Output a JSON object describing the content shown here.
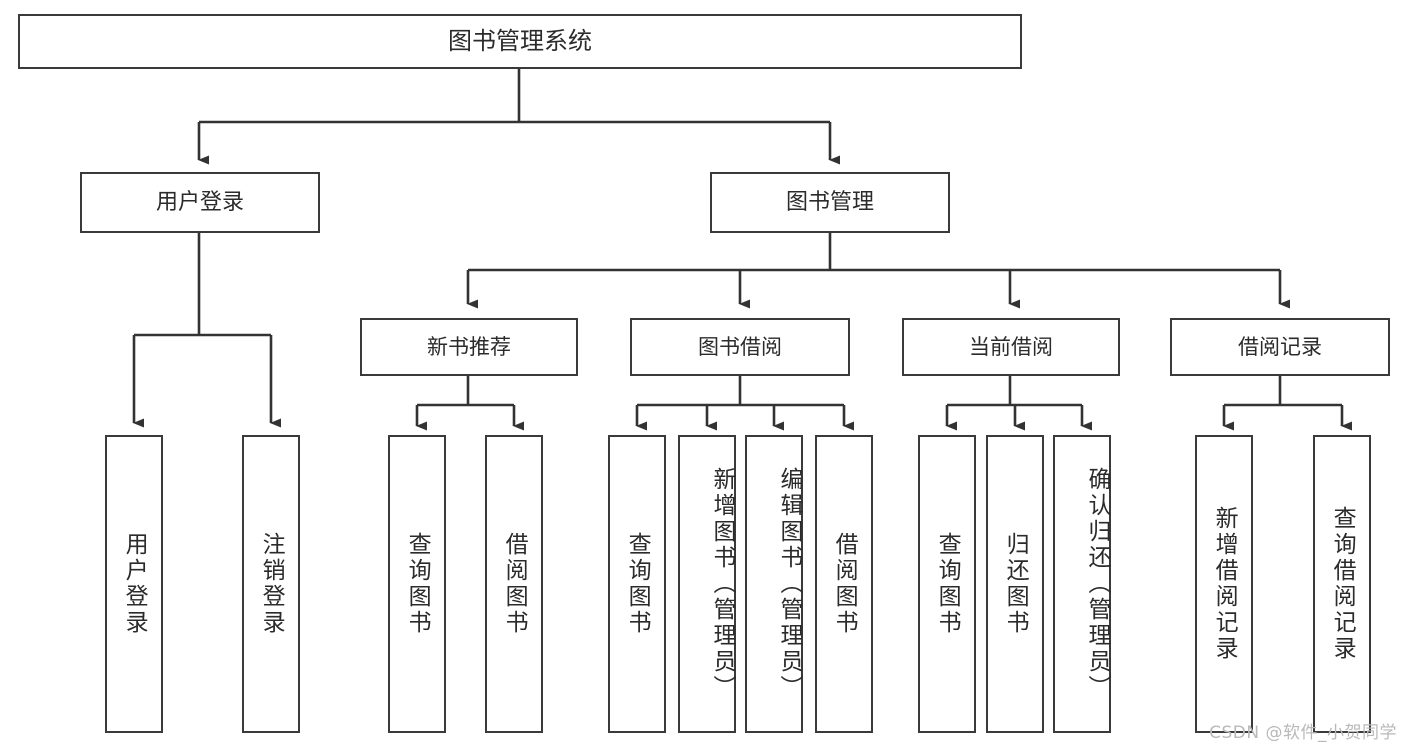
{
  "diagram": {
    "title": "图书管理系统",
    "type": "tree-hierarchy-diagram",
    "watermark": "CSDN @软件_小贺同学",
    "colors": {
      "box_border": "#3a3a3a",
      "box_fill": "#ffffff",
      "text": "#2b2b2b",
      "edge": "#3a3a3a",
      "background": "#ffffff",
      "watermark": "#b9b9b9"
    },
    "root": {
      "id": "root",
      "label": "图书管理系统"
    },
    "level1": [
      {
        "id": "user-login",
        "label": "用户登录"
      },
      {
        "id": "book-manage",
        "label": "图书管理"
      }
    ],
    "level2": [
      {
        "id": "new-book-rec",
        "label": "新书推荐"
      },
      {
        "id": "book-borrow",
        "label": "图书借阅"
      },
      {
        "id": "current-borrow",
        "label": "当前借阅"
      },
      {
        "id": "borrow-record",
        "label": "借阅记录"
      }
    ],
    "leaves": [
      {
        "id": "leaf-user-login",
        "label": "用户登录",
        "parent": "user-login"
      },
      {
        "id": "leaf-logout-login",
        "label": "注销登录",
        "parent": "user-login"
      },
      {
        "id": "leaf-query-book-1",
        "label": "查询图书",
        "parent": "new-book-rec"
      },
      {
        "id": "leaf-borrow-book-1",
        "label": "借阅图书",
        "parent": "new-book-rec"
      },
      {
        "id": "leaf-query-book-2",
        "label": "查询图书",
        "parent": "book-borrow"
      },
      {
        "id": "leaf-add-book",
        "label": "新增图书（管理员）",
        "parent": "book-borrow"
      },
      {
        "id": "leaf-edit-book",
        "label": "编辑图书（管理员）",
        "parent": "book-borrow"
      },
      {
        "id": "leaf-borrow-book-2",
        "label": "借阅图书",
        "parent": "book-borrow"
      },
      {
        "id": "leaf-query-book-3",
        "label": "查询图书",
        "parent": "current-borrow"
      },
      {
        "id": "leaf-return-book",
        "label": "归还图书",
        "parent": "current-borrow"
      },
      {
        "id": "leaf-confirm-return",
        "label": "确认归还（管理员）",
        "parent": "current-borrow"
      },
      {
        "id": "leaf-add-record",
        "label": "新增借阅记录",
        "parent": "borrow-record"
      },
      {
        "id": "leaf-query-record",
        "label": "查询借阅记录",
        "parent": "borrow-record"
      }
    ]
  }
}
